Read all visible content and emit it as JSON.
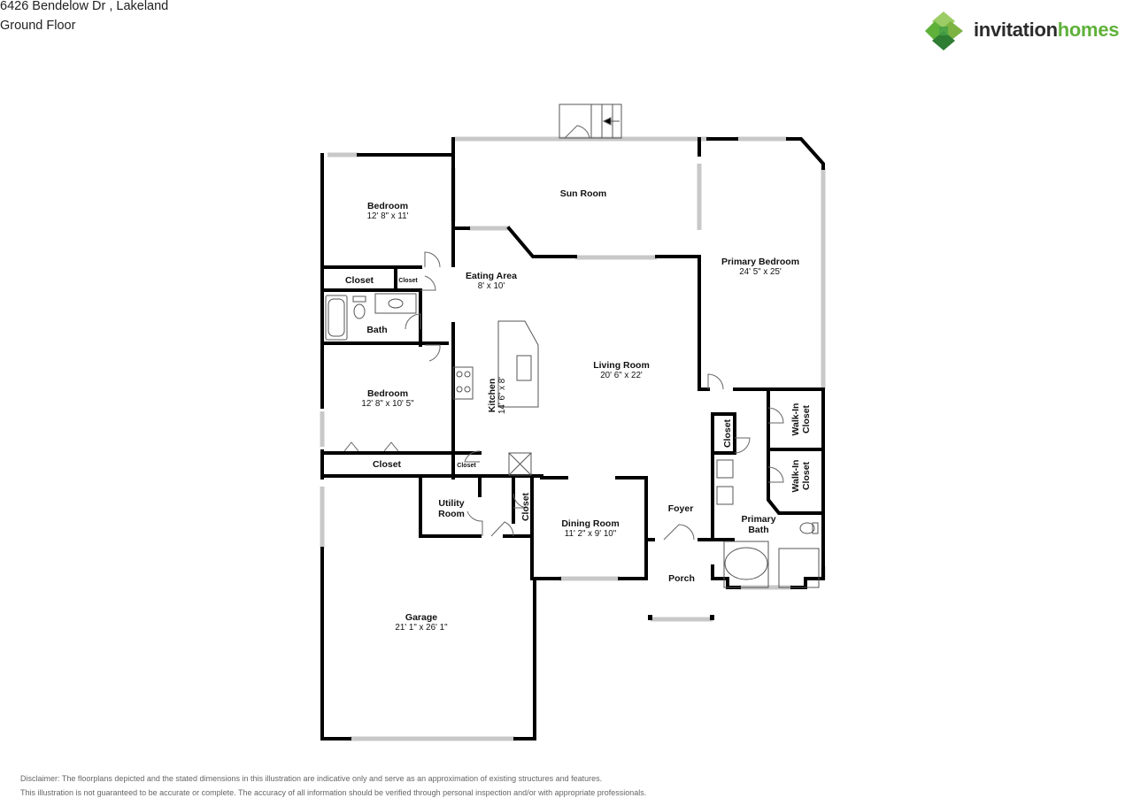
{
  "header": {
    "address": "6426 Bendelow Dr , Lakeland",
    "floor": "Ground Floor"
  },
  "logo": {
    "word1": "invitation",
    "word2": "homes",
    "colors": [
      "#2e7d32",
      "#5fb13a",
      "#9ccc65"
    ]
  },
  "rooms": {
    "bedroom1": {
      "name": "Bedroom",
      "dim": "12' 8\" x 11'"
    },
    "sunroom": {
      "name": "Sun Room"
    },
    "primary_bedroom": {
      "name": "Primary Bedroom",
      "dim": "24' 5\" x 25'"
    },
    "closet_large": {
      "name": "Closet"
    },
    "closet_small": {
      "name": "Closet"
    },
    "eating_area": {
      "name": "Eating Area",
      "dim": "8' x 10'"
    },
    "bath": {
      "name": "Bath"
    },
    "living_room": {
      "name": "Living Room",
      "dim": "20' 6\" x 22'"
    },
    "kitchen": {
      "name": "Kitchen",
      "dim": "14' 6\" x 8'"
    },
    "bedroom2": {
      "name": "Bedroom",
      "dim": "12' 8\" x 10' 5\""
    },
    "closet_b2": {
      "name": "Closet"
    },
    "closet_kitchen": {
      "name": "Closet"
    },
    "closet_primary": {
      "name": "Closet"
    },
    "walkin1": {
      "name": "Walk-In",
      "name2": "Closet"
    },
    "walkin2": {
      "name": "Walk-In",
      "name2": "Closet"
    },
    "utility": {
      "name": "Utility",
      "name2": "Room"
    },
    "closet_hall": {
      "name": "Closet"
    },
    "dining": {
      "name": "Dining Room",
      "dim": "11' 2\" x 9' 10\""
    },
    "foyer": {
      "name": "Foyer"
    },
    "primary_bath": {
      "name": "Primary",
      "name2": "Bath"
    },
    "porch": {
      "name": "Porch"
    },
    "garage": {
      "name": "Garage",
      "dim": "21' 1\" x 26' 1\""
    }
  },
  "disclaimer": {
    "line1": "Disclaimer: The floorplans depicted and the stated dimensions in this illustration are indicative only and serve as an approximation of existing structures and features.",
    "line2": "This illustration is not guaranteed to be accurate or complete. The accuracy of all information should be verified through personal inspection and/or with appropriate professionals."
  }
}
